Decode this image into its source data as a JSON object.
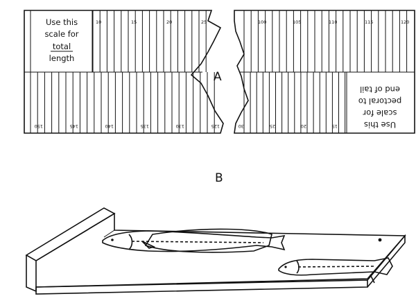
{
  "panel_a": {
    "label": "A",
    "note_top": [
      "Use this",
      "scale for",
      "total",
      "length"
    ],
    "note_bottom": [
      "Use this",
      "scale for",
      "pectoral to",
      "end of tail"
    ],
    "top_left_numbers": [
      "10",
      "15",
      "20",
      "25"
    ],
    "top_right_numbers": [
      "100",
      "105",
      "110",
      "115",
      "120"
    ],
    "bottom_left_numbers": [
      "150",
      "145",
      "140",
      "135",
      "130",
      "125"
    ],
    "bottom_right_numbers": [
      "30",
      "25",
      "20",
      "15"
    ]
  },
  "panel_b": {
    "label": "B",
    "board": "measuring board with fish"
  },
  "colors": {
    "ink": "#111111",
    "paper": "#ffffff"
  }
}
